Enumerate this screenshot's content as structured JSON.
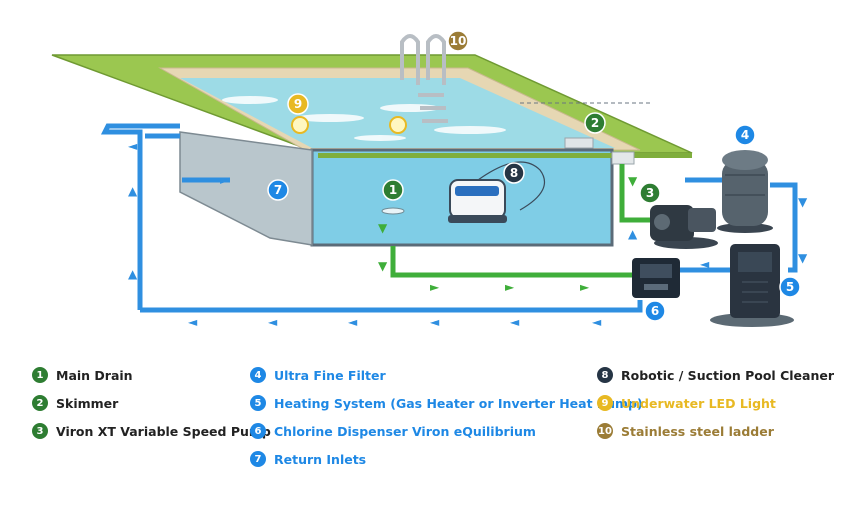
{
  "colors": {
    "green": "#2e7d32",
    "blue": "#1e88e5",
    "navy": "#263545",
    "yellow": "#e8b923",
    "brown": "#9b7c36"
  },
  "legend": {
    "items": [
      {
        "num": "1",
        "label": "Main Drain",
        "color": "#2e7d32",
        "text_color": "#222222"
      },
      {
        "num": "2",
        "label": "Skimmer",
        "color": "#2e7d32",
        "text_color": "#222222"
      },
      {
        "num": "3",
        "label": "Viron XT Variable Speed Pump",
        "color": "#2e7d32",
        "text_color": "#222222"
      },
      {
        "num": "4",
        "label": "Ultra Fine Filter",
        "color": "#1e88e5",
        "text_color": "#1e88e5"
      },
      {
        "num": "5",
        "label": "Heating System (Gas Heater or Inverter Heat Pump)",
        "color": "#1e88e5",
        "text_color": "#1e88e5"
      },
      {
        "num": "6",
        "label": "Chlorine Dispenser Viron eQuilibrium",
        "color": "#1e88e5",
        "text_color": "#1e88e5"
      },
      {
        "num": "7",
        "label": "Return Inlets",
        "color": "#1e88e5",
        "text_color": "#1e88e5"
      },
      {
        "num": "8",
        "label": "Robotic / Suction Pool Cleaner",
        "color": "#263545",
        "text_color": "#222222"
      },
      {
        "num": "9",
        "label": "Underwater LED Light",
        "color": "#e8b923",
        "text_color": "#e8b923"
      },
      {
        "num": "10",
        "label": "Stainless steel ladder",
        "color": "#9b7c36",
        "text_color": "#9b7c36"
      }
    ]
  },
  "markers": [
    {
      "num": "1",
      "color": "#2e7d32"
    },
    {
      "num": "2",
      "color": "#2e7d32"
    },
    {
      "num": "3",
      "color": "#2e7d32"
    },
    {
      "num": "4",
      "color": "#1e88e5"
    },
    {
      "num": "5",
      "color": "#1e88e5"
    },
    {
      "num": "6",
      "color": "#1e88e5"
    },
    {
      "num": "7",
      "color": "#1e88e5"
    },
    {
      "num": "8",
      "color": "#263545"
    },
    {
      "num": "9",
      "color": "#e8b923"
    },
    {
      "num": "10",
      "color": "#9b7c36"
    }
  ]
}
